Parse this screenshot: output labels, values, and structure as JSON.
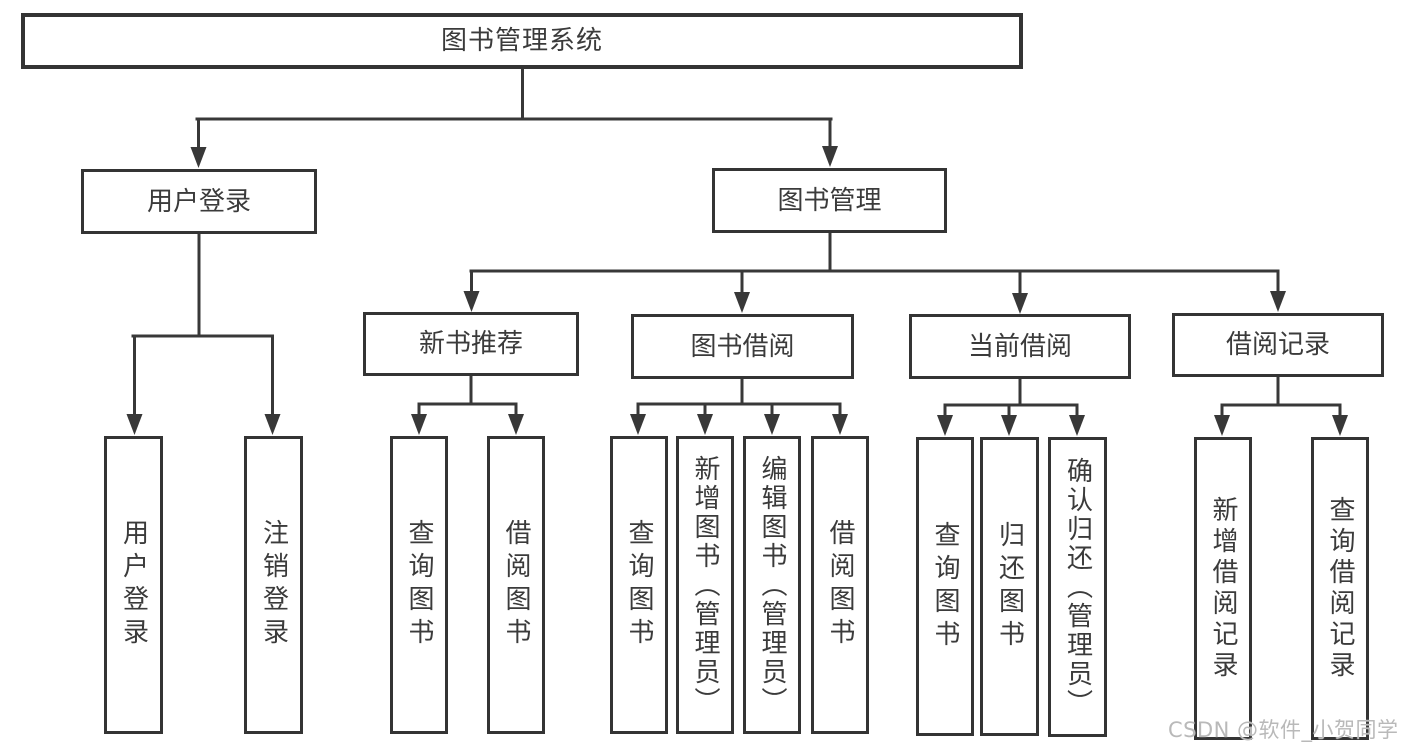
{
  "diagram": {
    "title": "图书管理系统",
    "colors": {
      "line": "#383838",
      "border": "#343434",
      "text": "#3b3b3b",
      "background": "#ffffff",
      "watermark": "#b9b9b9"
    },
    "tree": {
      "label": "图书管理系统",
      "children": [
        {
          "label": "用户登录",
          "children": [
            {
              "label": "用户登录"
            },
            {
              "label": "注销登录"
            }
          ]
        },
        {
          "label": "图书管理",
          "children": [
            {
              "label": "新书推荐",
              "children": [
                {
                  "label": "查询图书"
                },
                {
                  "label": "借阅图书"
                }
              ]
            },
            {
              "label": "图书借阅",
              "children": [
                {
                  "label": "查询图书"
                },
                {
                  "label": "新增图书（管理员）"
                },
                {
                  "label": "编辑图书（管理员）"
                },
                {
                  "label": "借阅图书"
                }
              ]
            },
            {
              "label": "当前借阅",
              "children": [
                {
                  "label": "查询图书"
                },
                {
                  "label": "归还图书"
                },
                {
                  "label": "确认归还（管理员）"
                }
              ]
            },
            {
              "label": "借阅记录",
              "children": [
                {
                  "label": "新增借阅记录"
                },
                {
                  "label": "查询借阅记录"
                }
              ]
            }
          ]
        }
      ]
    },
    "watermark": {
      "text": "CSDN @软件_小贺同学"
    }
  }
}
